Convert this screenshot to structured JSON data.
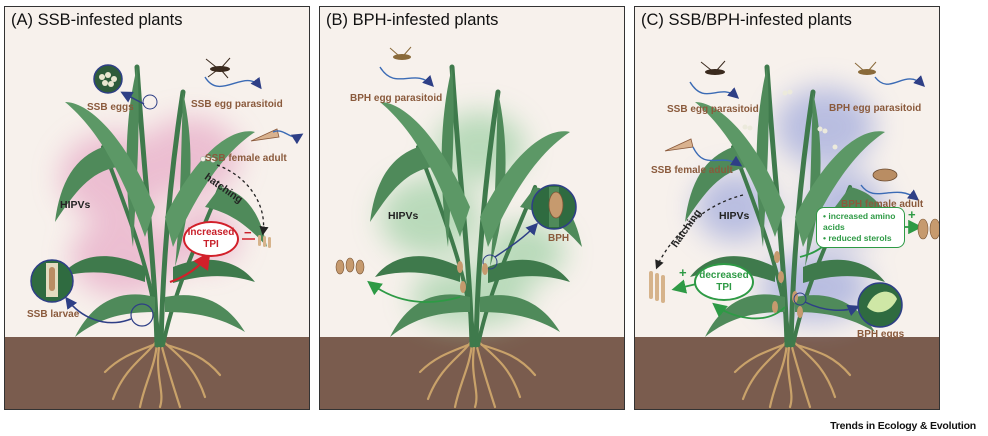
{
  "panels": [
    {
      "title": "(A) SSB-infested plants",
      "labels": {
        "eggs": "SSB eggs",
        "parasitoid": "SSB egg parasitoid",
        "female": "SSB female adult",
        "hatching": "hatching",
        "hipvs": "HIPVs",
        "larvae": "SSB larvae",
        "tpi_line1": "increased",
        "tpi_line2": "TPI",
        "minus": "−"
      }
    },
    {
      "title": "(B) BPH-infested plants",
      "labels": {
        "parasitoid": "BPH egg parasitoid",
        "hipvs": "HIPVs",
        "bph": "BPH"
      }
    },
    {
      "title": "(C) SSB/BPH-infested plants",
      "labels": {
        "ssb_parasitoid": "SSB egg parasitoid",
        "bph_parasitoid": "BPH egg parasitoid",
        "ssb_female": "SSB female adult",
        "bph_female": "BPH female adult",
        "hatching": "hatching",
        "hipvs": "HIPVs",
        "aa": "• increased amino acids",
        "sterols": "• reduced sterols",
        "plus1": "+",
        "plus2": "+",
        "tpi_line1": "decreased",
        "tpi_line2": "TPI",
        "bph_eggs": "BPH eggs"
      }
    }
  ],
  "source": "Trends in Ecology & Evolution",
  "colors": {
    "leaf": "#4f8a5a",
    "leaf_dark": "#2f6b40",
    "soil": "#7a5c4e",
    "root": "#c9a26a",
    "hipv_pink": "#e7a9c6",
    "hipv_green": "#9fd0a5",
    "hipv_blue": "#9fa8dc",
    "arrow_blue": "#2e3f86",
    "arrow_red": "#d2202a",
    "arrow_green": "#2e9a45",
    "label_brown": "#8a5a3c"
  }
}
